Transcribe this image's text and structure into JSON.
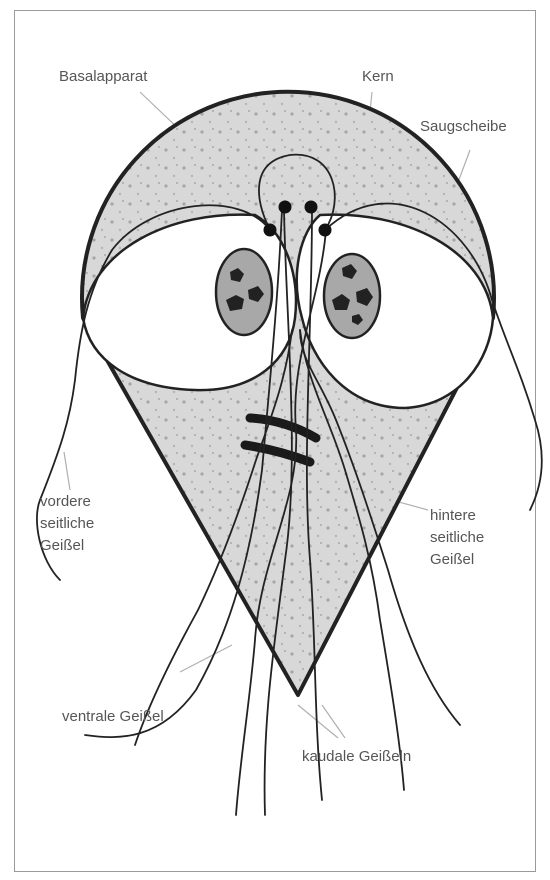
{
  "labels": {
    "basal": "Basalapparat",
    "kern": "Kern",
    "saug": "Saugscheibe",
    "vordere": [
      "vordere",
      "seitliche",
      "Geißel"
    ],
    "hintere": [
      "hintere",
      "seitliche",
      "Geißel"
    ],
    "ventrale": "ventrale Geißel",
    "kaudale": "kaudale Geißeln"
  }
}
